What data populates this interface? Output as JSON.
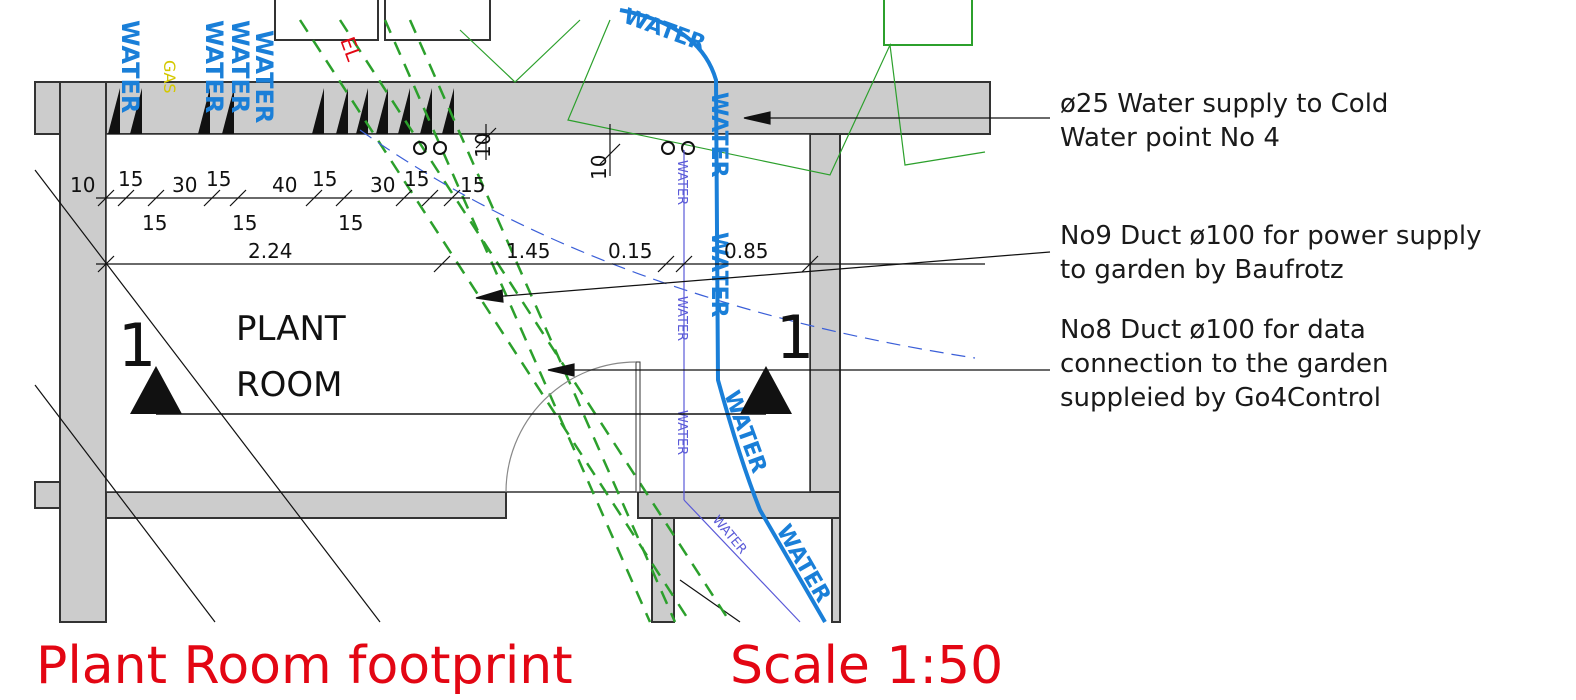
{
  "room": {
    "line1": "PLANT",
    "line2": "ROOM"
  },
  "section_mark": {
    "left": "1",
    "right": "1"
  },
  "dimensions": {
    "top_row": [
      "10",
      "15",
      "30",
      "15",
      "40",
      "15",
      "30",
      "15",
      "15"
    ],
    "second_row": [
      "15",
      "15",
      "15"
    ],
    "main_row": [
      "2.24",
      "1.45",
      "0.15",
      "0.85"
    ],
    "vertical": [
      "10",
      "10"
    ]
  },
  "pipe_labels": {
    "water": "WATER",
    "gas": "GAS",
    "electric": "EL"
  },
  "notes": [
    {
      "line1": "ø25 Water supply to Cold",
      "line2": "Water point No 4"
    },
    {
      "line1": "No9 Duct ø100 for power supply",
      "line2": "to garden by Baufrotz"
    },
    {
      "line1": "No8 Duct ø100 for data",
      "line2": "connection to the garden",
      "line3": "suppleied by Go4Control"
    }
  ],
  "title": {
    "name": "Plant Room footprint",
    "scale": "Scale 1:50"
  },
  "colors": {
    "wall": "#cccccc",
    "water_main": "#1a7fd8",
    "water_thin": "#5a5ad8",
    "duct": "#2ca02c",
    "gas": "#e6e600",
    "electric": "#e30613",
    "title": "#e30613"
  }
}
